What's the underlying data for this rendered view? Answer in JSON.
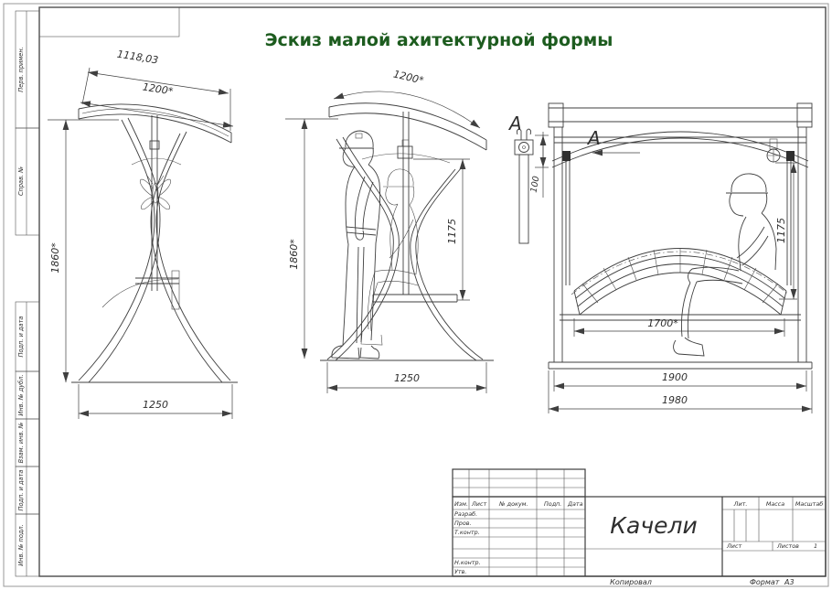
{
  "page": {
    "title": "Эскиз малой ахитектурной формы",
    "copied": "Копировал",
    "format_label": "Формат",
    "format_value": "А3"
  },
  "margin_labels": {
    "perv": "Перв. примен.",
    "sprav": "Справ. №",
    "podp1": "Подп. и дата",
    "inv_dubl": "Инв. № дубл.",
    "vzam": "Взам. инв. №",
    "podp2": "Подп. и дата",
    "inv_podl": "Инв. № подл."
  },
  "views": {
    "left": {
      "dim_chord": "1118,03",
      "dim_roof": "1200*",
      "dim_height": "1860*",
      "dim_base": "1250"
    },
    "middle": {
      "dim_roof": "1200*",
      "dim_height": "1860*",
      "dim_hang": "1175",
      "dim_base": "1250"
    },
    "right": {
      "section": "А",
      "detail": "А",
      "dim_hanger": "100",
      "dim_hang": "1175",
      "dim_bench": "1700*",
      "dim_posts": "1900",
      "dim_base": "1980"
    }
  },
  "title_block": {
    "col_izm": "Изм.",
    "col_list": "Лист",
    "col_doc": "№ докум.",
    "col_podp": "Подп.",
    "col_data": "Дата",
    "row_razrab": "Разраб.",
    "row_prov": "Пров.",
    "row_tkontr": "Т.контр.",
    "row_nkontr": "Н.контр.",
    "row_utv": "Утв.",
    "name": "Качели",
    "lit": "Лит.",
    "massa": "Масса",
    "masshtab": "Масштаб",
    "list": "Лист",
    "listov": "Листов",
    "listov_value": "1"
  }
}
